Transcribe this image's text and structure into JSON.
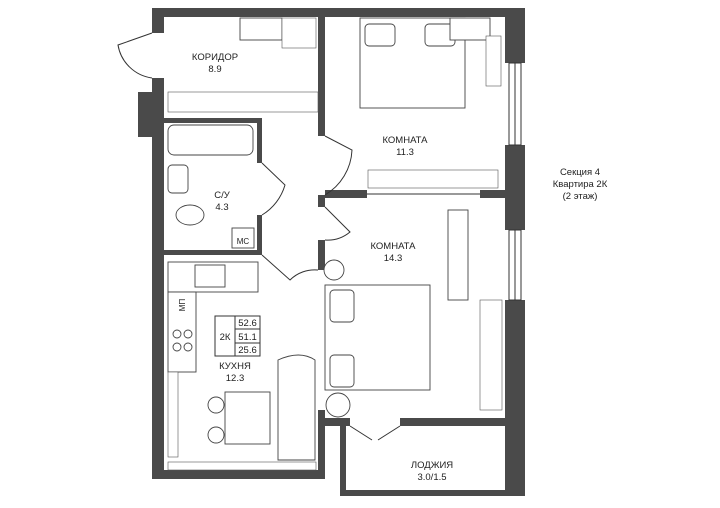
{
  "rooms": {
    "corridor": {
      "name": "КОРИДОР",
      "area": "8.9"
    },
    "bathroom": {
      "name": "С/У",
      "area": "4.3"
    },
    "mc_label": "МС",
    "mp_label": "МП",
    "room1": {
      "name": "КОМНАТА",
      "area": "11.3"
    },
    "room2": {
      "name": "КОМНАТА",
      "area": "14.3"
    },
    "kitchen": {
      "name": "КУХНЯ",
      "area": "12.3"
    },
    "loggia": {
      "name": "ЛОДЖИЯ",
      "area": "3.0/1.5"
    }
  },
  "summary": {
    "type": "2К",
    "total": "52.6",
    "useful": "51.1",
    "living": "25.6"
  },
  "info": {
    "section": "Секция 4",
    "apartment": "Квартира 2К",
    "floor": "(2 этаж)"
  },
  "colors": {
    "wall": "#4a4a4a"
  }
}
